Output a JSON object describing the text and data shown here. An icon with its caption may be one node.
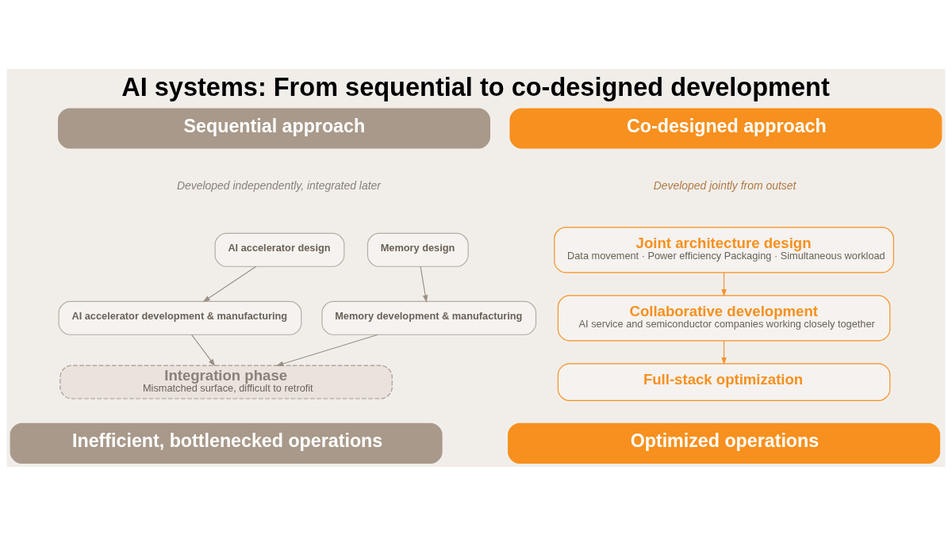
{
  "diagram": {
    "title": "AI systems: From sequential to co-designed development",
    "nodes": [
      {
        "text": [
          "Sequential approach"
        ]
      },
      {
        "text": [
          "AI accelerator design"
        ]
      },
      {
        "text": [
          "Memory design"
        ]
      },
      {
        "text": [
          "AI accelerator development & manufacturing"
        ]
      },
      {
        "text": [
          "Memory development & manufacturing"
        ]
      },
      {
        "text": [
          "Integration phase",
          "Mismatched surface, difficult to retrofit"
        ]
      },
      {
        "text": [
          "Inefficient, bottlenecked operations"
        ]
      },
      {
        "text": [
          "Co-designed approach"
        ]
      },
      {
        "text": [
          "Joint architecture design",
          "Data movement · Power efficiency Packaging · Simultaneous workload"
        ]
      },
      {
        "text": [
          "Collaborative development",
          "AI service and semiconductor companies working closely together"
        ]
      },
      {
        "text": [
          "Full-stack optimization"
        ]
      },
      {
        "text": [
          "Optimized operations"
        ]
      }
    ],
    "edges": [
      {
        "from": 1,
        "to": 3,
        "arrow": "to"
      },
      {
        "from": 2,
        "to": 4,
        "arrow": "to"
      },
      {
        "from": 3,
        "to": 5,
        "arrow": "to"
      },
      {
        "from": 4,
        "to": 5,
        "arrow": "to"
      },
      {
        "from": 8,
        "to": 9,
        "arrow": "to",
        "color": "#f5922e"
      },
      {
        "from": 9,
        "to": 10,
        "arrow": "to",
        "color": "#f5922e"
      }
    ],
    "labels": [
      "Developed independently, integrated later",
      "Developed jointly from outset"
    ]
  }
}
